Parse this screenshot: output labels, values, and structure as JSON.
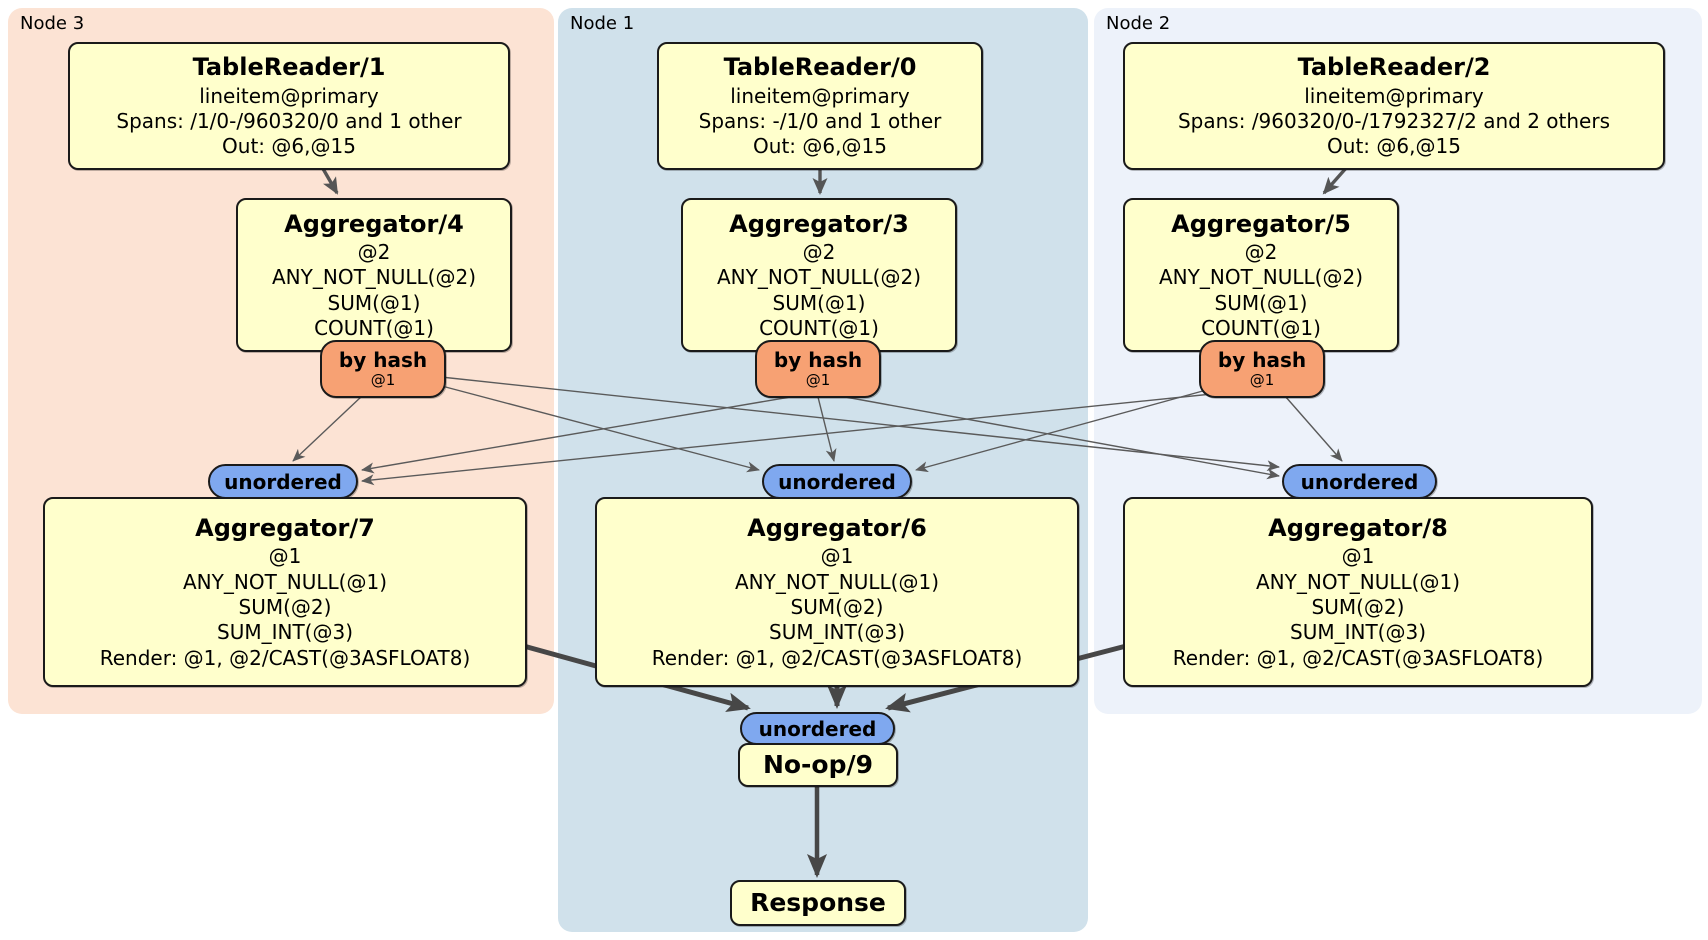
{
  "regions": [
    {
      "label": "Node 3"
    },
    {
      "label": "Node 1"
    },
    {
      "label": "Node 2"
    }
  ],
  "colors": {
    "node3_bg": "#fce3d4",
    "node1_bg": "#d0e1eb",
    "node2_bg": "#edf2fa",
    "processor_box_fill": "#ffffcc",
    "router_fill": "#f7a173",
    "synchronizer_fill": "#7fa8ef",
    "edge_thin": "#5a5a5a",
    "edge_thick": "#474747"
  },
  "processors": {
    "tr1": {
      "title": "TableReader/1",
      "lines": [
        "lineitem@primary",
        "Spans: /1/0-/960320/0 and 1 other",
        "Out: @6,@15"
      ]
    },
    "tr0": {
      "title": "TableReader/0",
      "lines": [
        "lineitem@primary",
        "Spans: -/1/0 and 1 other",
        "Out: @6,@15"
      ]
    },
    "tr2": {
      "title": "TableReader/2",
      "lines": [
        "lineitem@primary",
        "Spans: /960320/0-/1792327/2 and 2 others",
        "Out: @6,@15"
      ]
    },
    "agg4": {
      "title": "Aggregator/4",
      "lines": [
        "@2",
        "ANY_NOT_NULL(@2)",
        "SUM(@1)",
        "COUNT(@1)"
      ]
    },
    "agg3": {
      "title": "Aggregator/3",
      "lines": [
        "@2",
        "ANY_NOT_NULL(@2)",
        "SUM(@1)",
        "COUNT(@1)"
      ]
    },
    "agg5": {
      "title": "Aggregator/5",
      "lines": [
        "@2",
        "ANY_NOT_NULL(@2)",
        "SUM(@1)",
        "COUNT(@1)"
      ]
    },
    "agg7": {
      "title": "Aggregator/7",
      "lines": [
        "@1",
        "ANY_NOT_NULL(@1)",
        "SUM(@2)",
        "SUM_INT(@3)",
        "Render: @1, @2/CAST(@3ASFLOAT8)"
      ]
    },
    "agg6": {
      "title": "Aggregator/6",
      "lines": [
        "@1",
        "ANY_NOT_NULL(@1)",
        "SUM(@2)",
        "SUM_INT(@3)",
        "Render: @1, @2/CAST(@3ASFLOAT8)"
      ]
    },
    "agg8": {
      "title": "Aggregator/8",
      "lines": [
        "@1",
        "ANY_NOT_NULL(@1)",
        "SUM(@2)",
        "SUM_INT(@3)",
        "Render: @1, @2/CAST(@3ASFLOAT8)"
      ]
    },
    "noop": {
      "title": "No-op/9"
    },
    "response": {
      "title": "Response"
    }
  },
  "routers": [
    {
      "label": "by hash",
      "key": "@1"
    },
    {
      "label": "by hash",
      "key": "@1"
    },
    {
      "label": "by hash",
      "key": "@1"
    }
  ],
  "syncs": [
    {
      "label": "unordered"
    },
    {
      "label": "unordered"
    },
    {
      "label": "unordered"
    },
    {
      "label": "unordered"
    }
  ]
}
